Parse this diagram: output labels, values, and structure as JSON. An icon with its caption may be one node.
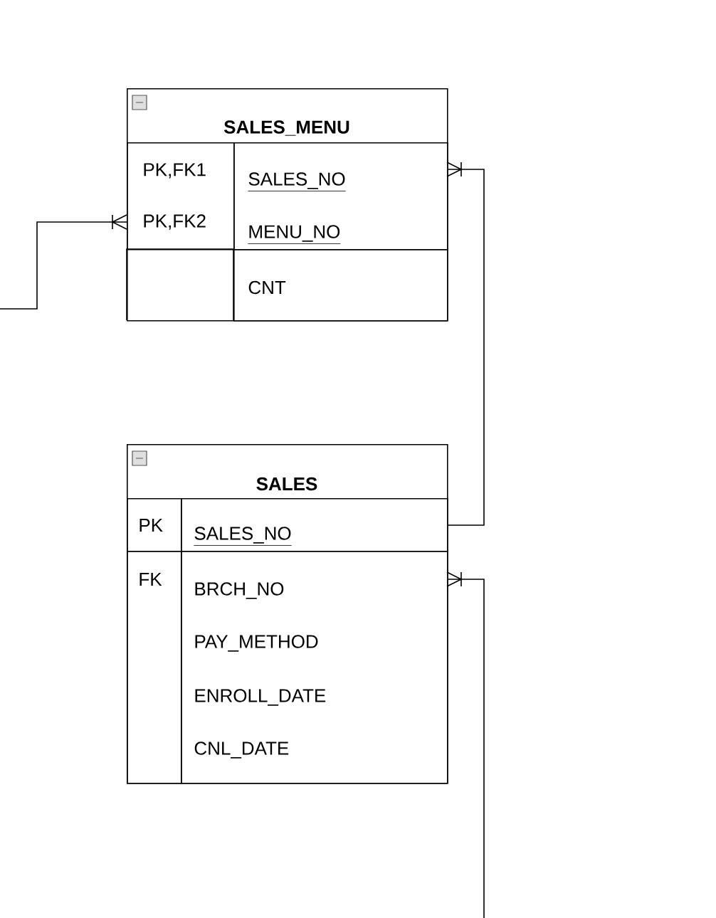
{
  "diagram": {
    "nodes": [
      {
        "text": [
          "SALES_MENU"
        ]
      },
      {
        "text": [
          "PK,FK1",
          "PK,FK2"
        ],
        "in": 0
      },
      {
        "text": [
          "SALES_NO",
          "MENU_NO"
        ],
        "in": 0
      },
      {
        "text": [
          "CNT"
        ],
        "in": 0
      },
      {
        "text": [
          "SALES"
        ]
      },
      {
        "text": [
          "PK"
        ],
        "in": 4
      },
      {
        "text": [
          "SALES_NO"
        ],
        "in": 4
      },
      {
        "text": [
          "FK"
        ],
        "in": 4
      },
      {
        "text": [
          "BRCH_NO",
          "PAY_METHOD",
          "ENROLL_DATE",
          "CNL_DATE"
        ],
        "in": 4
      }
    ],
    "edges": [
      {
        "from": null,
        "to": 1,
        "arrow": "other"
      },
      {
        "from": 6,
        "to": 2,
        "arrow": "other"
      },
      {
        "from": null,
        "to": 8,
        "arrow": "other"
      }
    ]
  }
}
